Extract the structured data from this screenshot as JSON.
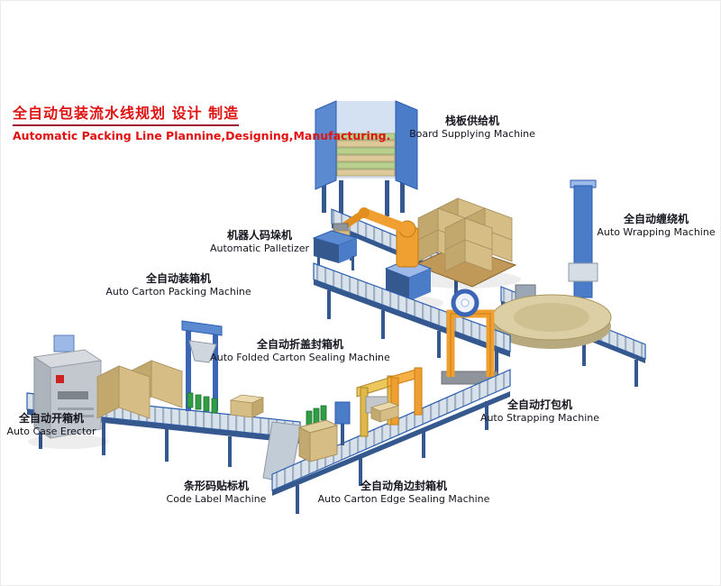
{
  "header": {
    "title_zh": "全自动包装流水线规划 设计 制造",
    "title_en": "Automatic Packing Line Plannine,Designing,Manufacturing."
  },
  "machines": {
    "board_supplying": {
      "zh": "栈板供给机",
      "en": "Board Supplying Machine"
    },
    "auto_wrapping": {
      "zh": "全自动缠绕机",
      "en": "Auto Wrapping Machine"
    },
    "automatic_palletizer": {
      "zh": "机器人码垛机",
      "en": "Automatic Palletizer"
    },
    "auto_carton_packing": {
      "zh": "全自动装箱机",
      "en": "Auto Carton Packing Machine"
    },
    "auto_folded_carton_sealing": {
      "zh": "全自动折盖封箱机",
      "en": "Auto Folded Carton Sealing Machine"
    },
    "auto_case_erector": {
      "zh": "全自动开箱机",
      "en": "Auto Case Erector"
    },
    "auto_strapping": {
      "zh": "全自动打包机",
      "en": "Auto Strapping Machine"
    },
    "code_label": {
      "zh": "条形码贴标机",
      "en": "Code Label Machine"
    },
    "auto_carton_edge_sealing": {
      "zh": "全自动角边封箱机",
      "en": "Auto Carton Edge Sealing Machine"
    }
  },
  "colors": {
    "title_red": "#e01212",
    "frame_blue": "#2a5db0",
    "panel_blue": "#4a7cc7",
    "carton_tan": "#d6bd85",
    "robot_orange": "#f0a030",
    "machine_gray": "#c3c8ce",
    "bottle_green": "#2f9e44",
    "turntable_tan": "#dccfa5"
  }
}
